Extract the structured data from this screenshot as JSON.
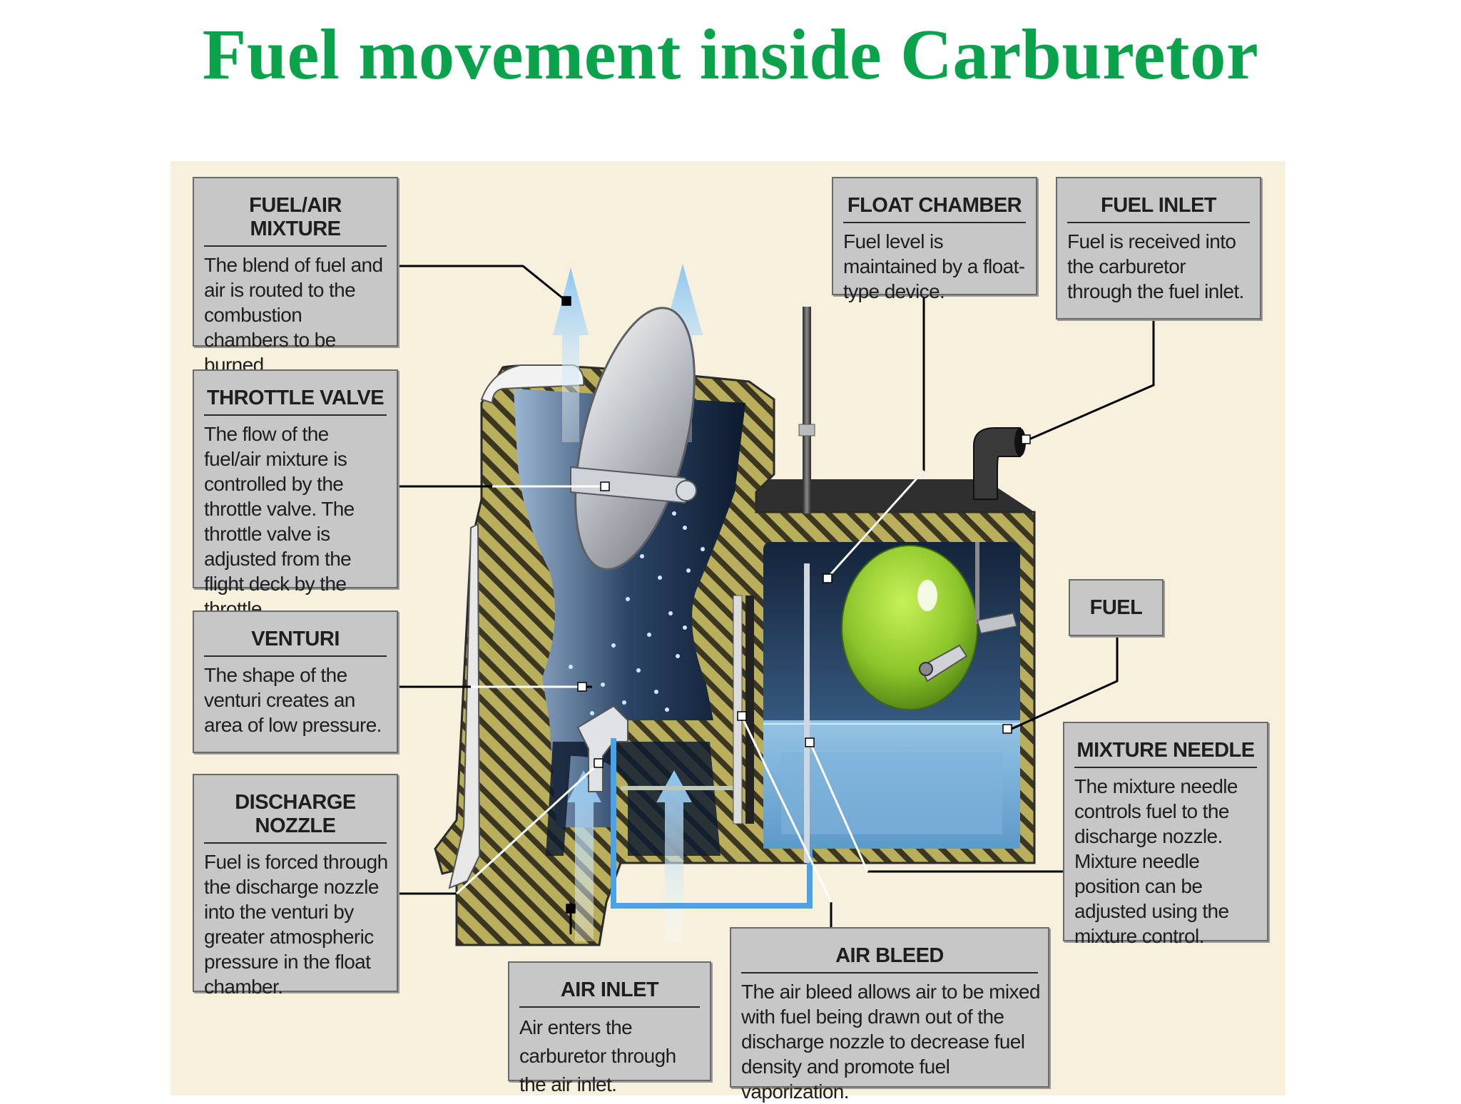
{
  "title": "Fuel movement inside Carburetor",
  "colors": {
    "title": "#0aa34b",
    "panel_background": "#f6f0dc",
    "label_box": "#c7c7c7",
    "housing": "#b9ae5c",
    "fuel": "#8fc3e6",
    "float": "#9bd12f",
    "air_arrows": "#a9d4f2"
  },
  "labels": {
    "fuel_air_mixture": {
      "heading": "FUEL/AIR MIXTURE",
      "body": "The blend of fuel and air is routed to the combustion chambers to be burned."
    },
    "throttle_valve": {
      "heading": "THROTTLE VALVE",
      "body": "The flow of the fuel/air mixture is controlled by the throttle valve. The throttle valve is adjusted from the flight deck by the throttle."
    },
    "venturi": {
      "heading": "VENTURI",
      "body": "The shape of the venturi creates an area of low pressure."
    },
    "discharge_nozzle": {
      "heading": "DISCHARGE NOZZLE",
      "body": "Fuel is forced through the discharge nozzle into the venturi by greater atmospheric pressure in the float chamber."
    },
    "air_inlet": {
      "heading": "AIR INLET",
      "body": "Air enters the carburetor through the air inlet."
    },
    "air_bleed": {
      "heading": "AIR BLEED",
      "body": "The air bleed allows air to be mixed with fuel being drawn out of the discharge nozzle to decrease fuel density and promote fuel vaporization."
    },
    "float_chamber": {
      "heading": "FLOAT CHAMBER",
      "body": "Fuel level is maintained by a float-type device."
    },
    "fuel_inlet": {
      "heading": "FUEL INLET",
      "body": "Fuel is received into the carburetor through the fuel inlet."
    },
    "fuel": {
      "heading": "FUEL"
    },
    "mixture_needle": {
      "heading": "MIXTURE NEEDLE",
      "body": "The mixture needle controls fuel to the discharge nozzle. Mixture needle position can be adjusted using the mixture control."
    }
  }
}
